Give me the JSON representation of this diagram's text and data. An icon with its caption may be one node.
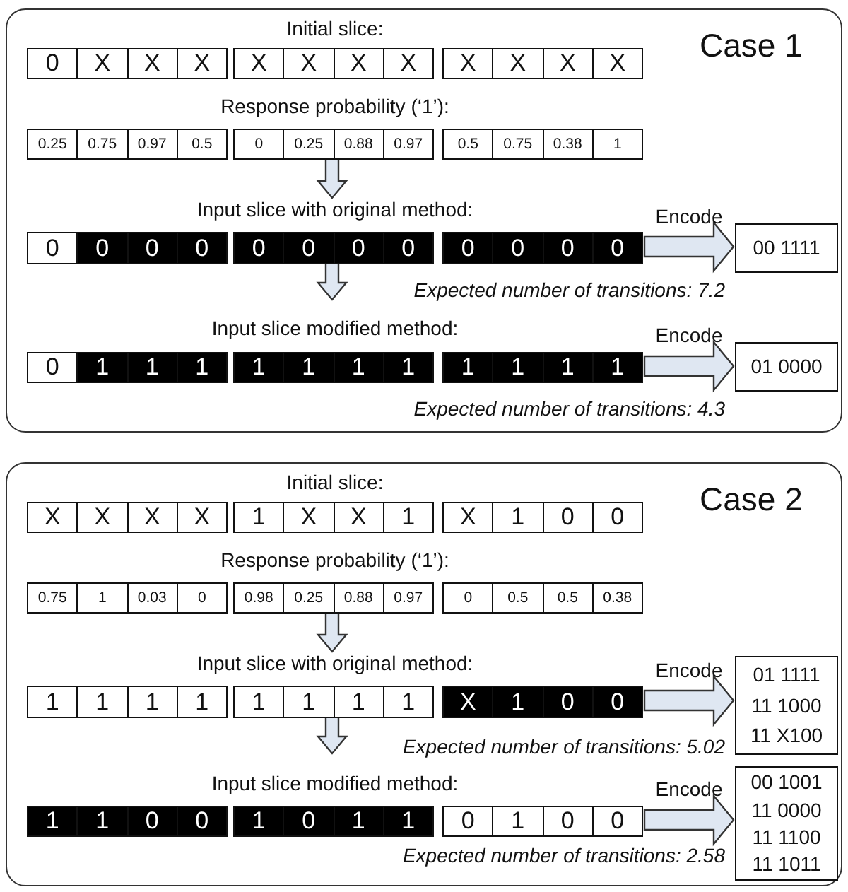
{
  "diagram": {
    "nodes": [
      {
        "text": [
          "Case 1"
        ]
      },
      {
        "text": [
          "0",
          "X",
          "X",
          "X"
        ],
        "in": 0
      },
      {
        "text": [
          "X",
          "X",
          "X",
          "X"
        ],
        "in": 0
      },
      {
        "text": [
          "X",
          "X",
          "X",
          "X"
        ],
        "in": 0
      },
      {
        "text": [
          "0.25",
          "0.75",
          "0.97",
          "0.5"
        ],
        "in": 0
      },
      {
        "text": [
          "0",
          "0.25",
          "0.88",
          "0.97"
        ],
        "in": 0
      },
      {
        "text": [
          "0.5",
          "0.75",
          "0.38",
          "1"
        ],
        "in": 0
      },
      {
        "text": [
          "0",
          "0",
          "0",
          "0"
        ],
        "in": 0
      },
      {
        "text": [
          "0",
          "0",
          "0",
          "0"
        ],
        "in": 0
      },
      {
        "text": [
          "0",
          "0",
          "0",
          "0"
        ],
        "in": 0
      },
      {
        "text": [
          "00 1111"
        ],
        "in": 0
      },
      {
        "text": [
          "0",
          "1",
          "1",
          "1"
        ],
        "in": 0
      },
      {
        "text": [
          "1",
          "1",
          "1",
          "1"
        ],
        "in": 0
      },
      {
        "text": [
          "1",
          "1",
          "1",
          "1"
        ],
        "in": 0
      },
      {
        "text": [
          "01 0000"
        ],
        "in": 0
      },
      {
        "text": [
          "Case 2"
        ]
      },
      {
        "text": [
          "X",
          "X",
          "X",
          "X"
        ],
        "in": 15
      },
      {
        "text": [
          "1",
          "X",
          "X",
          "1"
        ],
        "in": 15
      },
      {
        "text": [
          "X",
          "1",
          "0",
          "0"
        ],
        "in": 15
      },
      {
        "text": [
          "0.75",
          "1",
          "0.03",
          "0"
        ],
        "in": 15
      },
      {
        "text": [
          "0.98",
          "0.25",
          "0.88",
          "0.97"
        ],
        "in": 15
      },
      {
        "text": [
          "0",
          "0.5",
          "0.5",
          "0.38"
        ],
        "in": 15
      },
      {
        "text": [
          "1",
          "1",
          "1",
          "1"
        ],
        "in": 15
      },
      {
        "text": [
          "1",
          "1",
          "1",
          "1"
        ],
        "in": 15
      },
      {
        "text": [
          "X",
          "1",
          "0",
          "0"
        ],
        "in": 15
      },
      {
        "text": [
          "01 1111",
          "11 1000",
          "11 X100"
        ],
        "in": 15
      },
      {
        "text": [
          "1",
          "1",
          "0",
          "0"
        ],
        "in": 15
      },
      {
        "text": [
          "1",
          "0",
          "1",
          "1"
        ],
        "in": 15
      },
      {
        "text": [
          "0",
          "1",
          "0",
          "0"
        ],
        "in": 15
      },
      {
        "text": [
          "00 1001",
          "11 0000",
          "11 1100",
          "11 1011"
        ],
        "in": 15
      }
    ],
    "edges": [
      {
        "from": 5,
        "to": 8,
        "arrow": "to"
      },
      {
        "from": 8,
        "to": 12,
        "arrow": "to"
      },
      {
        "from": 9,
        "to": 10,
        "arrow": "to",
        "label": "Encode"
      },
      {
        "from": 13,
        "to": 14,
        "arrow": "to",
        "label": "Encode"
      },
      {
        "from": 20,
        "to": 23,
        "arrow": "to"
      },
      {
        "from": 23,
        "to": 27,
        "arrow": "to"
      },
      {
        "from": 24,
        "to": 25,
        "arrow": "to",
        "label": "Encode"
      },
      {
        "from": 28,
        "to": 29,
        "arrow": "to",
        "label": "Encode"
      }
    ],
    "labels": [
      "Initial slice:",
      "Response probability (‘1’):",
      "Input slice with original method:",
      "Expected number of transitions: 7.2",
      "Input slice modified method:",
      "Expected number of transitions: 4.3",
      "Initial slice:",
      "Response probability (‘1’):",
      "Input slice with original method:",
      "Expected number of transitions: 5.02",
      "Input slice modified method:",
      "Expected number of transitions: 2.58"
    ]
  }
}
